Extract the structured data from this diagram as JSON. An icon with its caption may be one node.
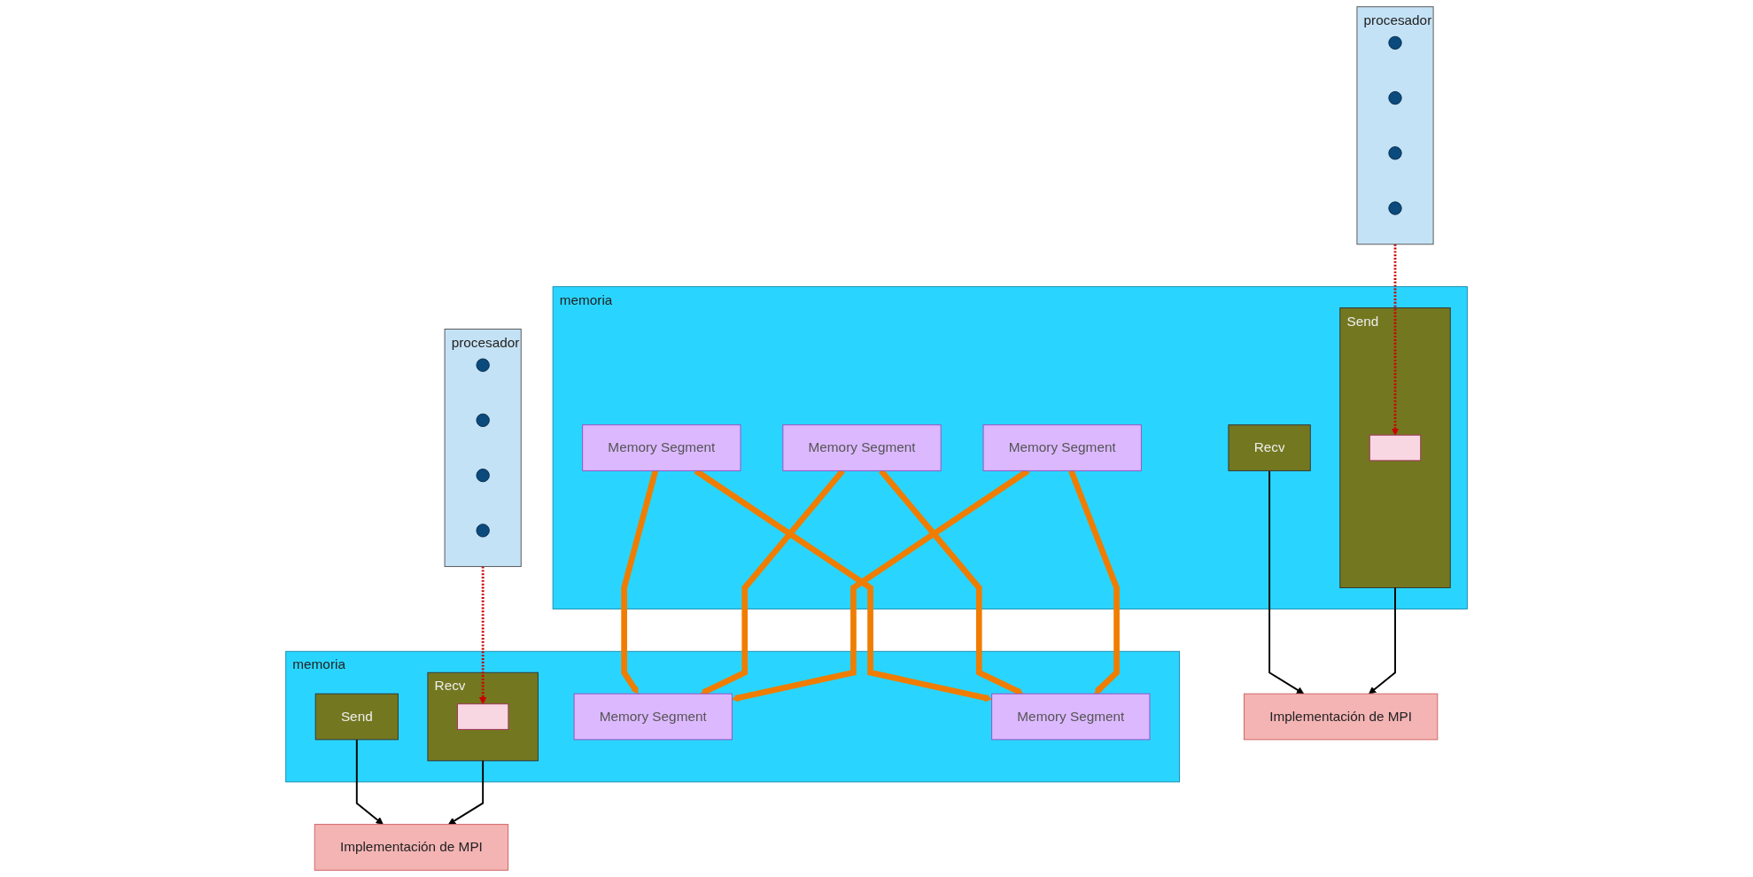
{
  "diagram": {
    "nodes": [
      {
        "text": [
          "memoria"
        ]
      },
      {
        "text": [
          "Memory Segment"
        ],
        "in": 0
      },
      {
        "text": [
          "Memory Segment"
        ],
        "in": 0
      },
      {
        "text": [
          "Memory Segment"
        ],
        "in": 0
      },
      {
        "text": [
          "Send"
        ],
        "in": 0
      },
      {
        "text": [],
        "shape": "box",
        "in": 4
      },
      {
        "text": [
          "Recv"
        ],
        "in": 0
      },
      {
        "text": [
          "procesador"
        ]
      },
      {
        "text": [],
        "shape": "circle",
        "in": 7
      },
      {
        "text": [],
        "shape": "circle",
        "in": 7
      },
      {
        "text": [],
        "shape": "circle",
        "in": 7
      },
      {
        "text": [],
        "shape": "circle",
        "in": 7
      },
      {
        "text": [
          "Implementación de MPI"
        ]
      },
      {
        "text": [
          "procesador"
        ]
      },
      {
        "text": [],
        "shape": "circle",
        "in": 13
      },
      {
        "text": [],
        "shape": "circle",
        "in": 13
      },
      {
        "text": [],
        "shape": "circle",
        "in": 13
      },
      {
        "text": [],
        "shape": "circle",
        "in": 13
      },
      {
        "text": [
          "memoria"
        ]
      },
      {
        "text": [
          "Send"
        ],
        "in": 18
      },
      {
        "text": [
          "Recv"
        ],
        "in": 18
      },
      {
        "text": [],
        "shape": "box",
        "in": 20
      },
      {
        "text": [
          "Memory Segment"
        ],
        "in": 18
      },
      {
        "text": [
          "Memory Segment"
        ],
        "in": 18
      },
      {
        "text": [
          "Implementación de MPI"
        ]
      }
    ],
    "edges": [
      {
        "from": 1,
        "to": 22,
        "arrow": "to",
        "style": "thick",
        "color": "#f07d00"
      },
      {
        "from": 1,
        "to": 23,
        "arrow": "to",
        "style": "thick",
        "color": "#f07d00"
      },
      {
        "from": 2,
        "to": 22,
        "arrow": "to",
        "style": "thick",
        "color": "#f07d00"
      },
      {
        "from": 2,
        "to": 23,
        "arrow": "to",
        "style": "thick",
        "color": "#f07d00"
      },
      {
        "from": 3,
        "to": 22,
        "arrow": "to",
        "style": "thick",
        "color": "#f07d00"
      },
      {
        "from": 3,
        "to": 23,
        "arrow": "to",
        "style": "thick",
        "color": "#f07d00"
      },
      {
        "from": 7,
        "to": 5,
        "arrow": "to",
        "style": "dashed",
        "color": "#cc0000"
      },
      {
        "from": 13,
        "to": 21,
        "arrow": "to",
        "style": "dashed",
        "color": "#cc0000"
      },
      {
        "from": 4,
        "to": 12,
        "arrow": "to",
        "color": "#000000"
      },
      {
        "from": 6,
        "to": 12,
        "arrow": "to",
        "color": "#000000"
      },
      {
        "from": 19,
        "to": 24,
        "arrow": "to",
        "color": "#000000"
      },
      {
        "from": 20,
        "to": 24,
        "arrow": "to",
        "color": "#000000"
      }
    ]
  }
}
